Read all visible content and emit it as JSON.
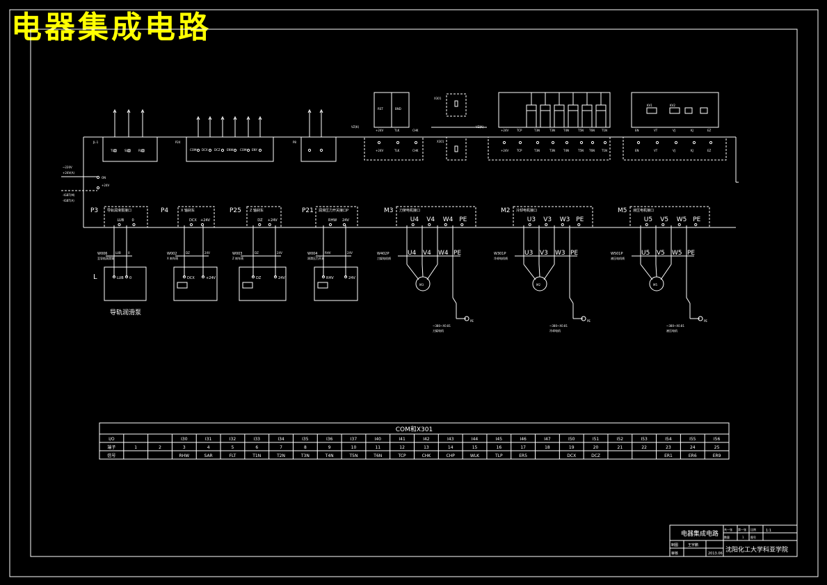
{
  "title": "电器集成电路",
  "left_inputs": [
    "~220V",
    "+24V(A)",
    "-IGBT(M)",
    "-IGBT(A)"
  ],
  "left_out": [
    "ON",
    "+24V"
  ],
  "top_boxes": {
    "jl1": {
      "label": "JL-1",
      "pins": [
        "TL",
        "SL",
        "RL"
      ]
    },
    "p24": {
      "label": "P24",
      "pins": [
        "COM",
        "DCX",
        "DCZ",
        "ENW",
        "COM",
        "ENY"
      ]
    },
    "p8": {
      "label": "P8",
      "pins": [
        "",
        ""
      ]
    },
    "r1": {
      "pins": [
        "+24V",
        "TLK",
        "CHK"
      ],
      "coils": [
        "RST",
        "BND"
      ],
      "tag": "VZ(K)"
    },
    "x301": {
      "label": "X301"
    },
    "r2": {
      "pins": [
        "+24V",
        "TCP",
        "T3N",
        "T3N",
        "T4N",
        "T5N",
        "T6N",
        "T1N"
      ],
      "tag": "VZ(K)"
    },
    "r3": {
      "pins": [
        "EN",
        "VT",
        "VJ",
        "KJ",
        "EZ"
      ],
      "coils": [
        "KV1",
        "KV2"
      ]
    }
  },
  "ports": [
    {
      "id": "P3",
      "title": "导轨润滑泵接口",
      "pins": [
        "LUB",
        "0"
      ]
    },
    {
      "id": "P4",
      "title": "X 轴刹车",
      "pins": [
        "DCX",
        "+24V"
      ]
    },
    {
      "id": "P25",
      "title": "Z 轴刹车",
      "pins": [
        "DZ",
        "+24V"
      ]
    },
    {
      "id": "P21",
      "title": "润滑压力开关接口P",
      "pins": [
        "RHW",
        "24V"
      ]
    },
    {
      "id": "M3",
      "title": "刀架电机接口",
      "pins": [
        "U4",
        "V4",
        "W4",
        "PE"
      ]
    },
    {
      "id": "M2",
      "title": "冷却电机接口",
      "pins": [
        "U3",
        "V3",
        "W3",
        "PE"
      ]
    },
    {
      "id": "M5",
      "title": "液压电机接口",
      "pins": [
        "U5",
        "V5",
        "W5",
        "PE"
      ]
    }
  ],
  "wires": [
    {
      "tag": "W006",
      "pins": [
        "LUB",
        "0"
      ],
      "sub": "至导轨润滑泵"
    },
    {
      "tag": "W002",
      "pins": [
        "DZ",
        "24V"
      ],
      "sub": "X 刹车线"
    },
    {
      "tag": "W003",
      "pins": [
        "DZ",
        "24V"
      ],
      "sub": "Z 刹车线"
    },
    {
      "tag": "W004",
      "pins": [
        "RHV",
        "24V"
      ],
      "sub": "润滑压力开关"
    },
    {
      "tag": "W402P",
      "pins": [
        "U4",
        "V4",
        "W4",
        "PE"
      ],
      "sub": "刀架电机线"
    },
    {
      "tag": "W301P",
      "pins": [
        "U3",
        "V3",
        "W3",
        "PE"
      ],
      "sub": "冷却电机线"
    },
    {
      "tag": "W501P",
      "pins": [
        "U5",
        "V5",
        "W5",
        "PE"
      ],
      "sub": "液压电机线"
    }
  ],
  "devices": [
    {
      "prefix": "L",
      "pins": [
        "LUB",
        "0"
      ],
      "caption": "导轨润滑泵"
    },
    {
      "prefix": "",
      "pins": [
        "DCX",
        "+24V"
      ],
      "caption": ""
    },
    {
      "prefix": "",
      "pins": [
        "DZ",
        "24V"
      ],
      "caption": ""
    },
    {
      "prefix": "",
      "pins": [
        "RHV",
        "24V"
      ],
      "caption": ""
    }
  ],
  "motors": [
    {
      "label": "M3",
      "note": "~380~X0.81",
      "sub": "刀架电机"
    },
    {
      "label": "M2",
      "note": "~380~X0.81",
      "sub": "冷却电机"
    },
    {
      "label": "M5",
      "note": "~380~X0.81",
      "sub": "液压电机"
    }
  ],
  "io_table": {
    "title": "COM和X301",
    "rows": [
      [
        "I/O",
        "",
        "",
        "I30",
        "I31",
        "I32",
        "I33",
        "I34",
        "I35",
        "I36",
        "I37",
        "I40",
        "I41",
        "I42",
        "I43",
        "I44",
        "I45",
        "I46",
        "I47",
        "I50",
        "I51",
        "I52",
        "I53",
        "I54",
        "I55",
        "I56"
      ],
      [
        "端子",
        "1",
        "2",
        "3",
        "4",
        "5",
        "6",
        "7",
        "8",
        "9",
        "10",
        "11",
        "12",
        "13",
        "14",
        "15",
        "16",
        "17",
        "18",
        "19",
        "20",
        "21",
        "22",
        "23",
        "24",
        "25"
      ],
      [
        "信号",
        "",
        "",
        "RHW",
        "SAR",
        "FLT",
        "T1N",
        "T2N",
        "T3N",
        "T4N",
        "T5N",
        "T6N",
        "TCP",
        "CHK",
        "CHP",
        "WLK",
        "TLP",
        "ER5",
        "",
        "DCX",
        "DCZ",
        "",
        "",
        "ER1",
        "ER6",
        "ER9"
      ]
    ]
  },
  "title_block": {
    "drawing_name": "电器集成电路",
    "scale_label": "比例",
    "scale": "1:1",
    "sheet_label": "共一张",
    "sheet_no": "第一张",
    "count_label": "数量",
    "count": "1",
    "num_label": "图号",
    "designer_label": "制图",
    "designer": "王宇鹏",
    "checker_label": "审核",
    "date": "2013.06",
    "school": "沈阳化工大学科亚学院"
  }
}
